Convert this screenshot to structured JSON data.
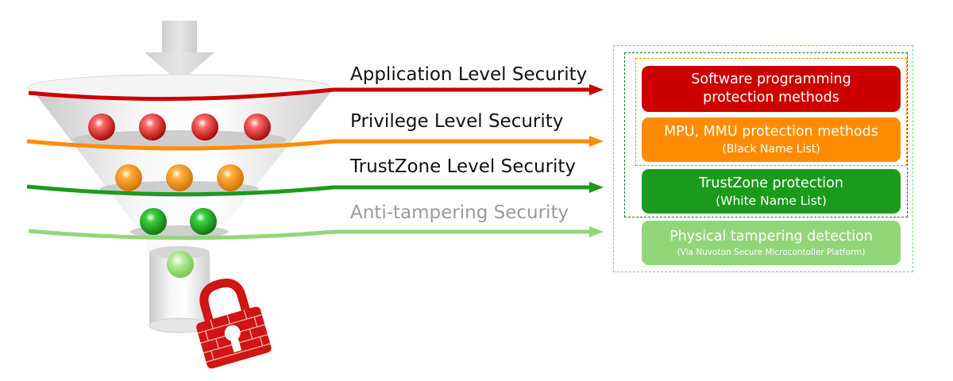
{
  "layers": [
    {
      "label": "Application Level Security",
      "color": "#cc0000"
    },
    {
      "label": "Privilege Level Security",
      "color": "#ff8c00"
    },
    {
      "label": "TrustZone Level Security",
      "color": "#1c9a1c"
    },
    {
      "label": "Anti-tampering Security",
      "color": "#92d67a",
      "label_color": "#9a9a9a"
    }
  ],
  "protections": [
    {
      "line1": "Software programming",
      "line2": "protection methods",
      "color": "#cc0000"
    },
    {
      "line1": "MPU, MMU protection methods",
      "line2": "(Black Name List)",
      "color": "#ff8c00"
    },
    {
      "line1": "TrustZone protection",
      "line2": "(White Name List)",
      "color": "#1c9a1c"
    },
    {
      "line1": "Physical tampering detection",
      "line2": "(Via Nuvoton Secure Microcontoller Platform)",
      "color": "#92d67a"
    }
  ],
  "icons": {
    "input_arrow": "down-arrow-icon",
    "lock": "padlock-icon",
    "ball": "sphere-icon"
  },
  "balls": {
    "red": 4,
    "orange": 3,
    "green": 2,
    "light_green": 1
  }
}
